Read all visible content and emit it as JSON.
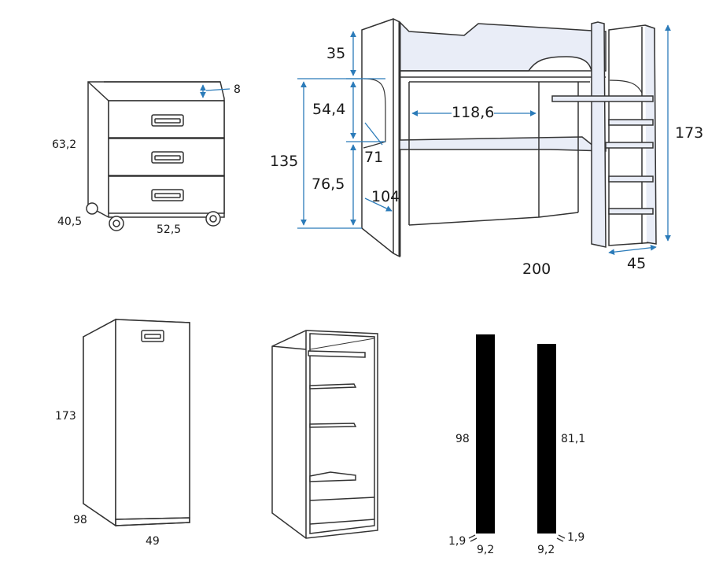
{
  "colors": {
    "line": "#333333",
    "panel": "#e9edf7",
    "dimension": "#2b7bb9",
    "bar": "#000000"
  },
  "drawer_unit": {
    "height": "63,2",
    "depth": "40,5",
    "width": "52,5",
    "top_rail": "8"
  },
  "loft_bed": {
    "guard_height": "35",
    "upper_section": "54,4",
    "desk_width": "118,6",
    "side_height": "135",
    "lower_section": "76,5",
    "desk_depth": "71",
    "desk_length": "104",
    "total_height": "173",
    "length": "200",
    "ladder_depth": "45"
  },
  "wardrobe": {
    "height": "173",
    "depth": "98",
    "width": "49"
  },
  "bars": {
    "left": {
      "length": "98",
      "thickness": "1,9",
      "width": "9,2"
    },
    "right": {
      "length": "81,1",
      "thickness": "1,9",
      "width": "9,2"
    }
  }
}
